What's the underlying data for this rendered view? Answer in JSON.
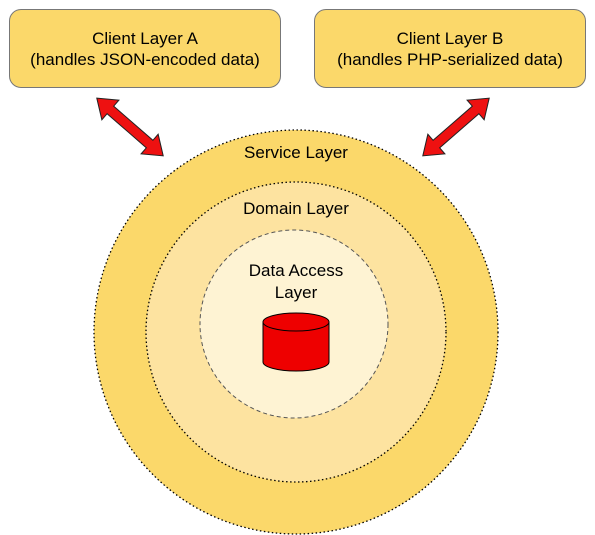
{
  "client_a": {
    "title": "Client Layer A",
    "subtitle": "(handles JSON-encoded data)"
  },
  "client_b": {
    "title": "Client Layer B",
    "subtitle": "(handles PHP-serialized data)"
  },
  "layers": {
    "service": "Service Layer",
    "domain": "Domain Layer",
    "data_access_line1": "Data Access",
    "data_access_line2": "Layer"
  },
  "colors": {
    "client_box": "#fbd86a",
    "service_ring": "#fbd86a",
    "domain_ring": "#fde3a0",
    "data_access_core": "#fef3d3",
    "arrow": "#ee1111",
    "database": "#ee0000"
  },
  "icons": {
    "arrow_a": "double-arrow",
    "arrow_b": "double-arrow",
    "database": "database-cylinder-icon"
  }
}
